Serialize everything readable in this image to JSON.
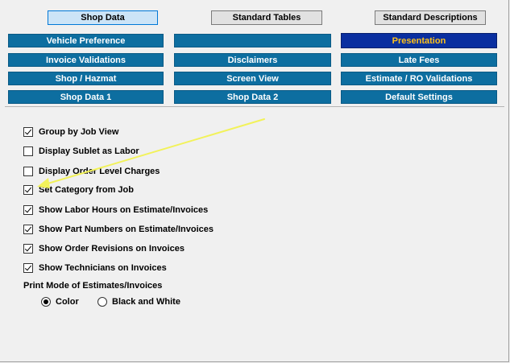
{
  "top_tabs": [
    {
      "label": "Shop Data",
      "active": true
    },
    {
      "label": "Standard Tables",
      "active": false
    },
    {
      "label": "Standard Descriptions",
      "active": false
    }
  ],
  "nav_buttons": {
    "col1": [
      "Vehicle Preference",
      "Invoice Validations",
      "Shop / Hazmat",
      "Shop Data 1"
    ],
    "col2": [
      "",
      "Disclaimers",
      "Screen View",
      "Shop Data 2"
    ],
    "col3": [
      "Presentation",
      "Late Fees",
      "Estimate / RO Validations",
      "Default Settings"
    ]
  },
  "selected_nav": "Presentation",
  "options": [
    {
      "label": "Group by Job View",
      "checked": true
    },
    {
      "label": "Display Sublet as Labor",
      "checked": false
    },
    {
      "label": "Display Order Level Charges",
      "checked": false
    },
    {
      "label": "Set Category from Job",
      "checked": true
    },
    {
      "label": "Show Labor Hours on Estimate/Invoices",
      "checked": true
    },
    {
      "label": "Show Part Numbers on Estimate/Invoices",
      "checked": true
    },
    {
      "label": "Show Order Revisions on Invoices",
      "checked": true
    },
    {
      "label": "Show Technicians on Invoices",
      "checked": true
    }
  ],
  "print_mode": {
    "label": "Print Mode of Estimates/Invoices",
    "options": [
      {
        "label": "Color",
        "selected": true
      },
      {
        "label": "Black and White",
        "selected": false
      }
    ]
  },
  "colors": {
    "nav_button": "#0d6ea0",
    "nav_selected": "#0a2fa0",
    "nav_selected_text": "#ffc21a",
    "annotation_arrow": "#f2f25a"
  }
}
